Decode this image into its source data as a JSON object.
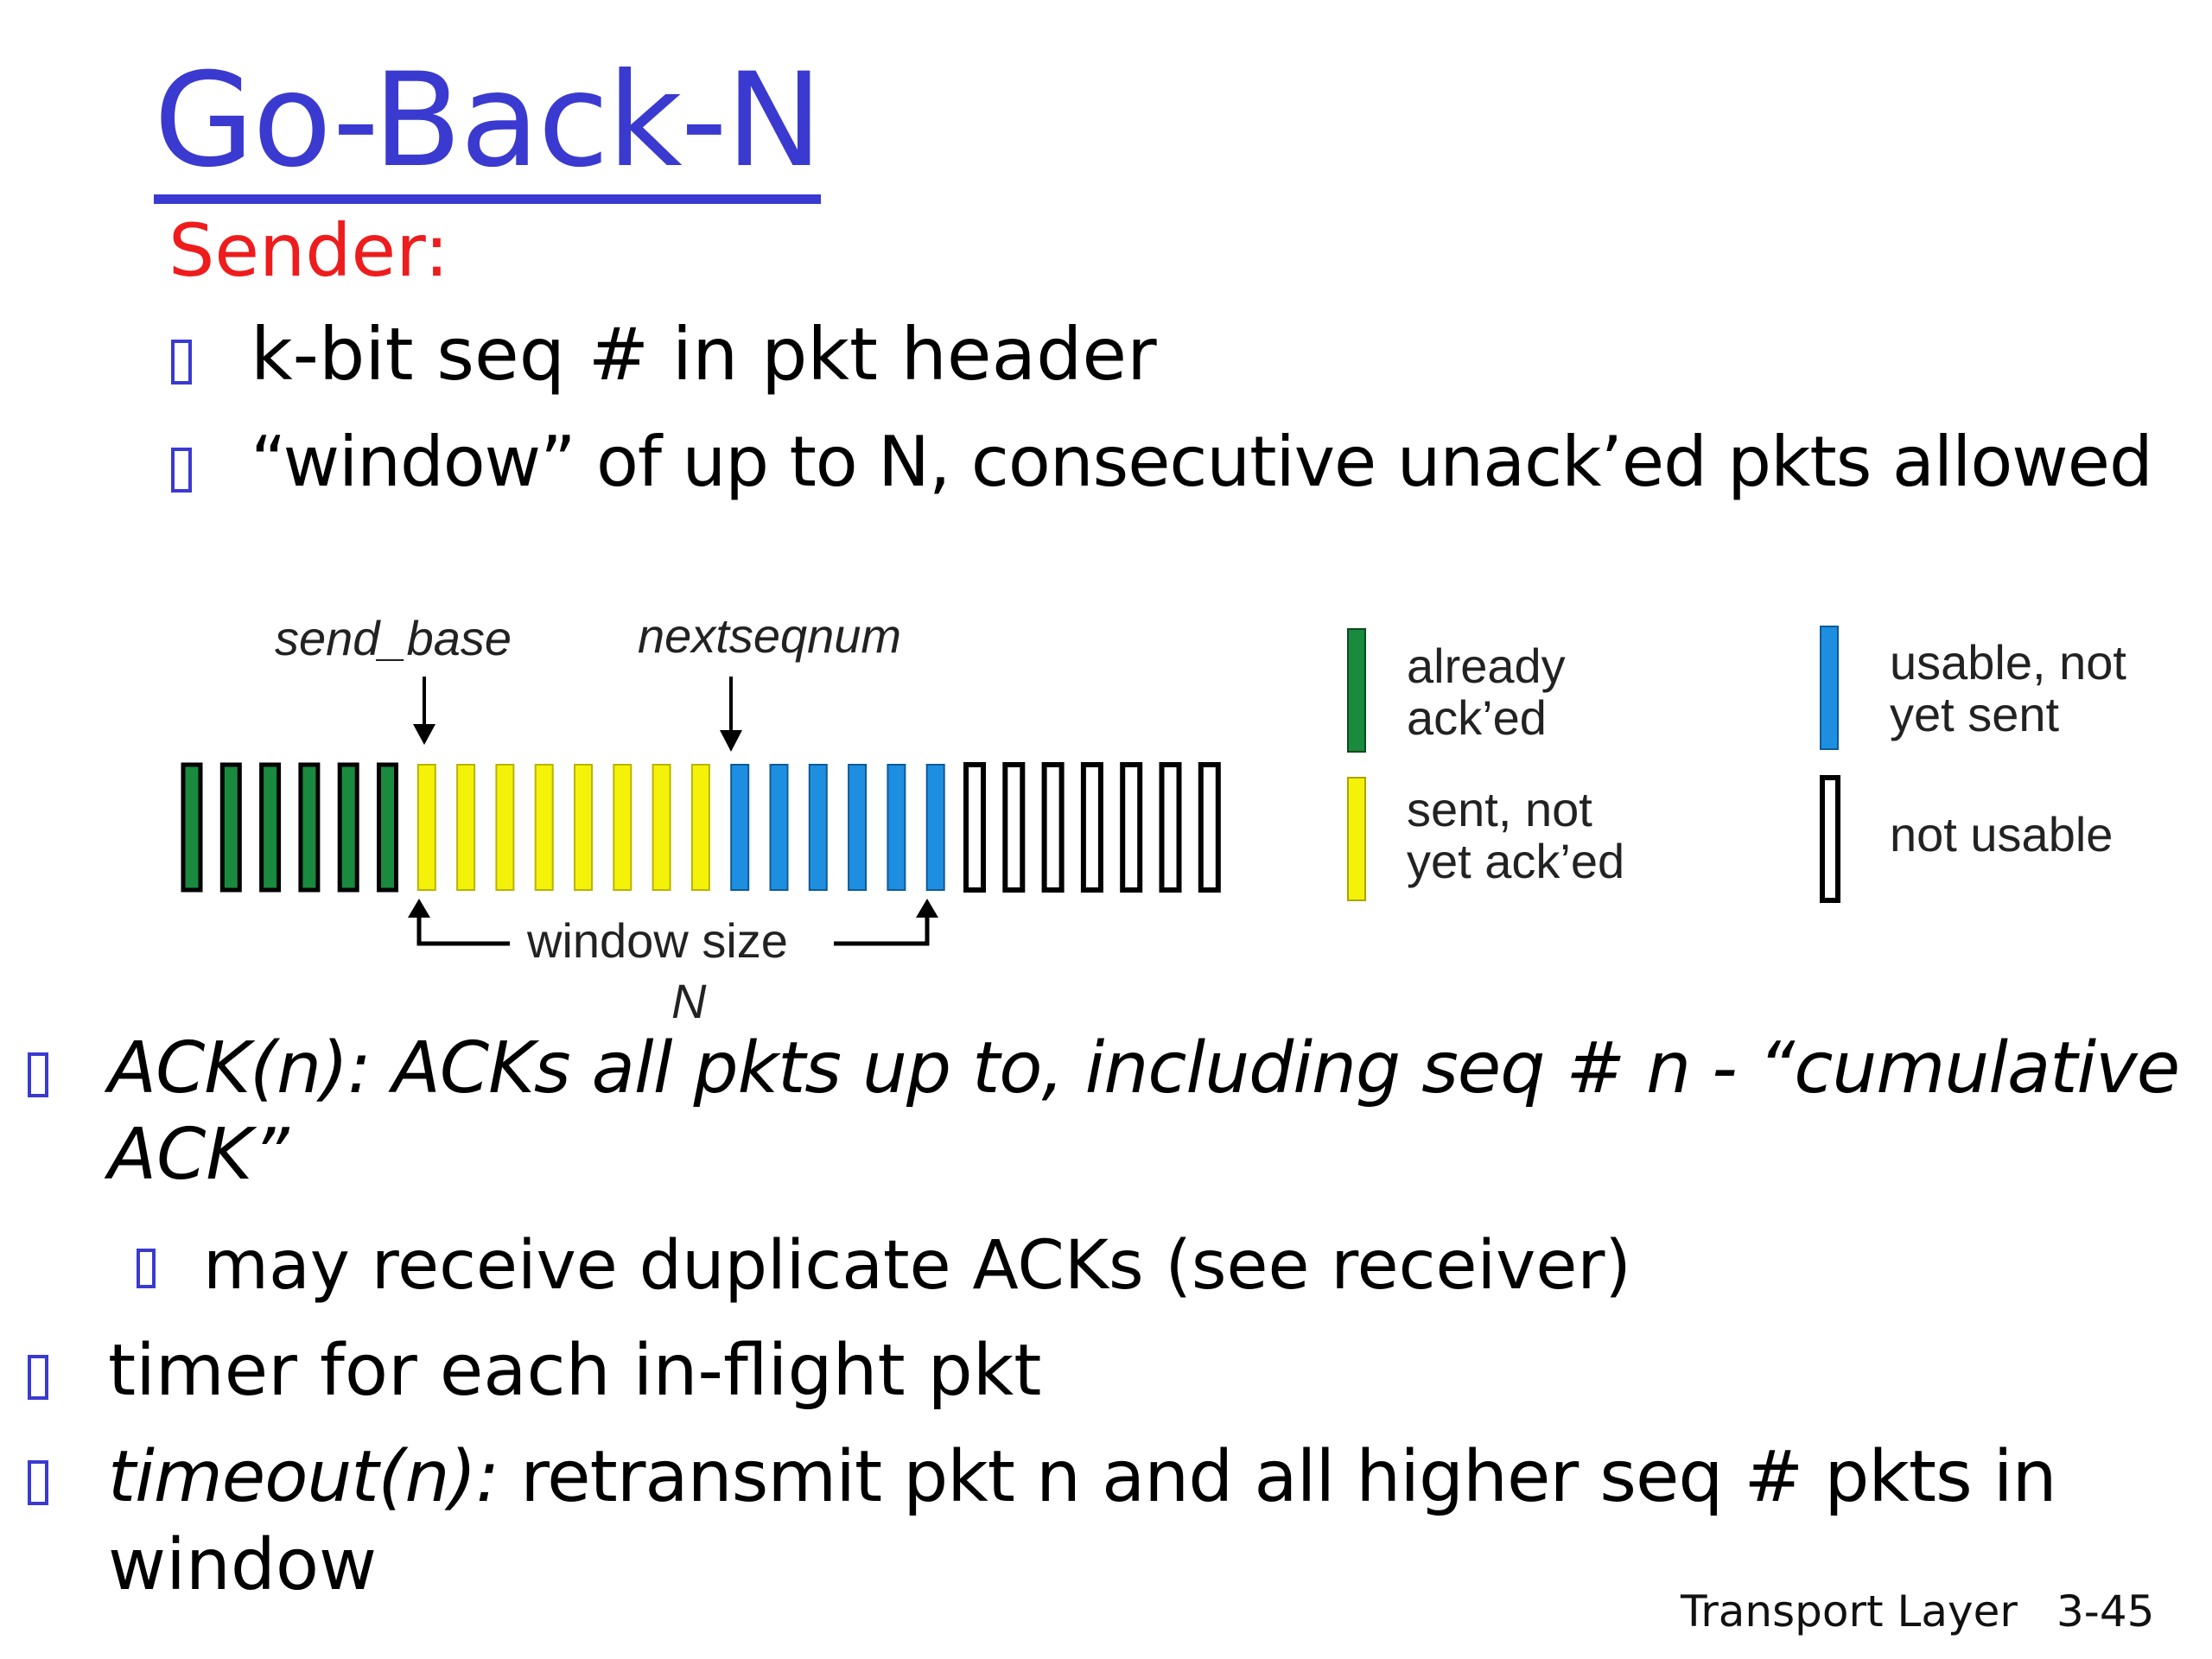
{
  "title": "Go-Back-N",
  "sender_label": "Sender:",
  "sender_bullets": [
    "k-bit seq # in pkt header",
    "“window” of up to N, consecutive unack’ed pkts allowed"
  ],
  "diagram": {
    "send_base_label": "send_base",
    "nextseqnum_label": "nextseqnum",
    "window_size_label": "window size",
    "window_n_label": "N",
    "slots": {
      "already_acked": 6,
      "sent_not_acked": 8,
      "usable_not_sent": 6,
      "not_usable": 7
    },
    "legend": {
      "already_acked": "already\nack’ed",
      "sent_not_acked": "sent, not\nyet ack’ed",
      "usable_not_sent": "usable, not\nyet sent",
      "not_usable": "not usable"
    },
    "colors": {
      "already_acked": "#1a8a3e",
      "sent_not_acked": "#f5f20a",
      "usable_not_sent": "#1e8fe0",
      "not_usable": "#ffffff"
    }
  },
  "main_bullets": {
    "ack_line1": "ACK(n): ACKs all pkts up to, including seq # n - “cumulative",
    "ack_line2": "ACK”",
    "dup_ack": "may receive duplicate ACKs (see receiver)",
    "timer": "timer for each in-flight pkt",
    "timeout_italic": "timeout(n):",
    "timeout_rest": " retransmit pkt n and all higher seq # pkts in",
    "timeout_line2": "window"
  },
  "footer": {
    "section": "Transport Layer",
    "page": "3-45"
  }
}
